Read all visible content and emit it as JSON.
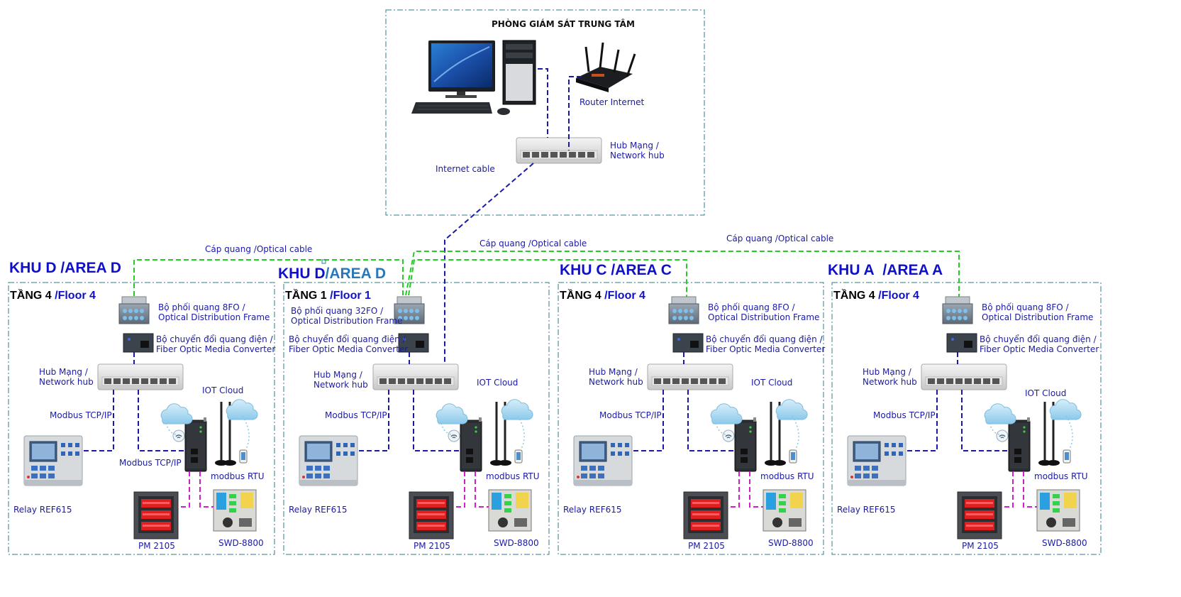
{
  "center": {
    "title": "PHÒNG GIÁM SÁT TRUNG TÂM",
    "router_label": "Router Internet",
    "hub_label_1": "Hub Mạng /",
    "hub_label_2": "Network hub",
    "internet_cable": "Internet cable"
  },
  "links": {
    "optical_left": "Cáp quang /Optical cable",
    "optical_mid": "Cáp quang /Optical cable",
    "optical_right": "Cáp quang /Optical cable"
  },
  "areas": [
    {
      "title_main": "KHU D",
      "title_sub": "/AREA D",
      "floor_vn": "TẦNG 4",
      "floor_en": "/Floor 4",
      "odf_1": "Bộ phối quang 8FO /",
      "odf_2": "Optical Distribution Frame",
      "conv_1": "Bộ chuyển đổi quang điện /",
      "conv_2": "Fiber Optic Media Converter",
      "hub_1": "Hub Mạng /",
      "hub_2": "Network hub",
      "iot": "IOT Cloud",
      "modbus_tcp": "Modbus TCP/IP",
      "modbus_tcp2": "Modbus TCP/IP",
      "modbus_rtu": "modbus RTU",
      "relay": "Relay REF615",
      "pm": "PM 2105",
      "swd": "SWD-8800"
    },
    {
      "title_main": "KHU D",
      "title_sub": "/AREA D",
      "floor_vn": "TẦNG 1",
      "floor_en": "/Floor 1",
      "odf_1": "Bộ phối quang 32FO /",
      "odf_2": "Optical Distribution Frame",
      "conv_1": "Bộ chuyển đổi quang điện /",
      "conv_2": "Fiber Optic Media Converter",
      "hub_1": "Hub Mạng /",
      "hub_2": "Network hub",
      "iot": "IOT Cloud",
      "modbus_tcp": "Modbus TCP/IP",
      "modbus_rtu": "modbus RTU",
      "relay": "Relay REF615",
      "pm": "PM 2105",
      "swd": "SWD-8800"
    },
    {
      "title_main": "KHU C",
      "title_sub": "/AREA C",
      "floor_vn": "TẦNG 4",
      "floor_en": "/Floor 4",
      "odf_1": "Bộ phối quang 8FO /",
      "odf_2": "Optical Distribution Frame",
      "conv_1": "Bộ chuyển đổi quang điện /",
      "conv_2": "Fiber Optic Media Converter",
      "hub_1": "Hub Mạng /",
      "hub_2": "Network hub",
      "iot": "IOT Cloud",
      "modbus_tcp": "Modbus TCP/IP",
      "modbus_rtu": "modbus RTU",
      "relay": "Relay REF615",
      "pm": "PM 2105",
      "swd": "SWD-8800"
    },
    {
      "title_main": "KHU A",
      "title_sub": "/AREA A",
      "floor_vn": "TẦNG 4",
      "floor_en": "/Floor 4",
      "odf_1": "Bộ phối quang 8FO /",
      "odf_2": "Optical Distribution Frame",
      "conv_1": "Bộ chuyển đổi quang điện /",
      "conv_2": "Fiber Optic Media Converter",
      "hub_1": "Hub Mạng /",
      "hub_2": "Network hub",
      "iot": "IOT Cloud",
      "modbus_tcp": "Modbus TCP/IP",
      "modbus_rtu": "modbus RTU",
      "relay": "Relay REF615",
      "pm": "PM 2105",
      "swd": "SWD-8800"
    }
  ],
  "colors": {
    "ethernet": "#1a1aa6",
    "optical": "#22cc22",
    "rs485": "#d020c8",
    "wireless": "#7fc8e0",
    "frame": "#2f7f86"
  }
}
